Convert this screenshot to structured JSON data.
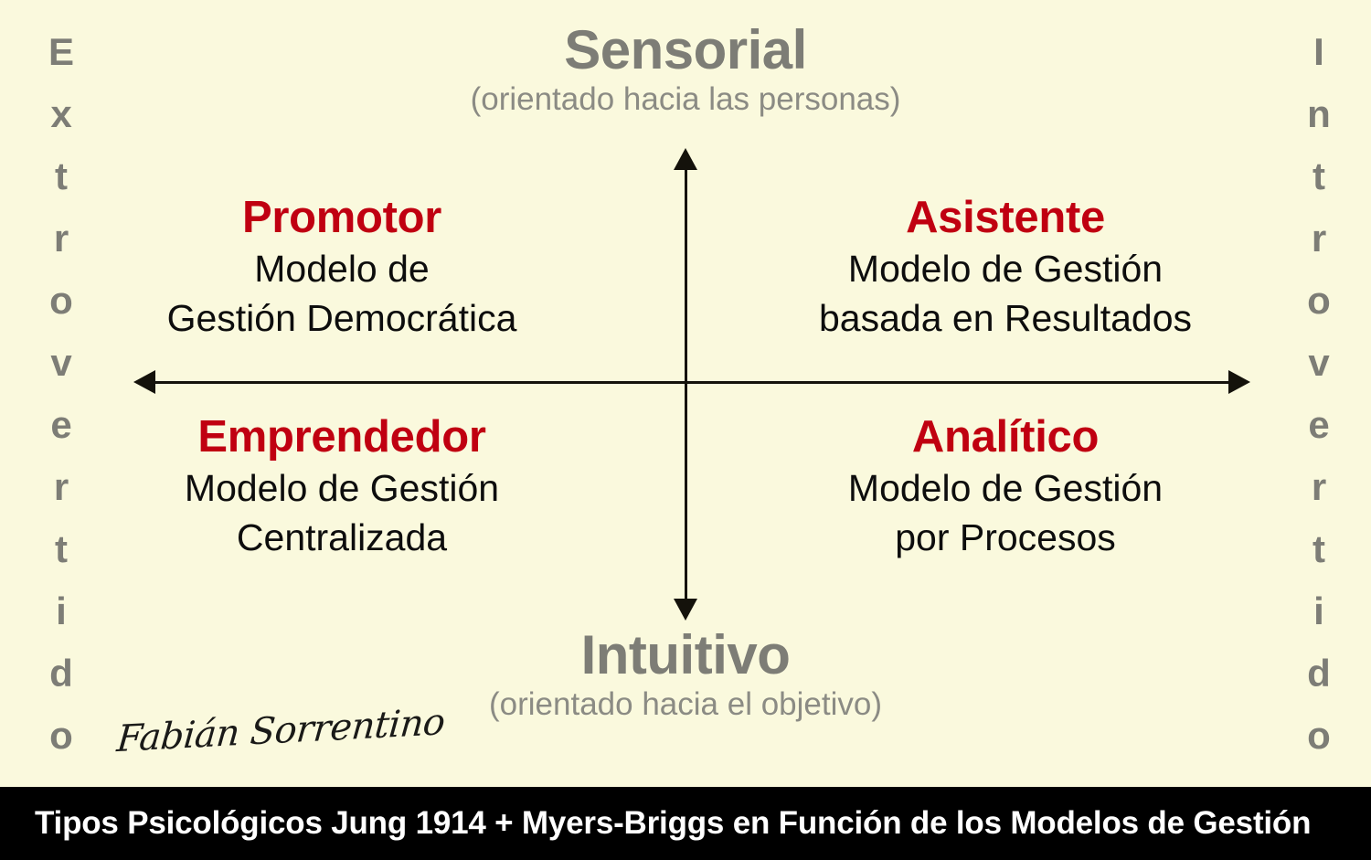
{
  "colors": {
    "background": "#faf9dd",
    "axis": "#14120b",
    "pole_label": "#7d7d76",
    "quadrant_title": "#c00011",
    "quadrant_desc": "#0d0d0d",
    "caption_bar": "#000000",
    "caption_text": "#ffffff"
  },
  "side_labels": {
    "left": {
      "text": "Extrovertido",
      "letters": [
        "E",
        "x",
        "t",
        "r",
        "o",
        "v",
        "e",
        "r",
        "t",
        "i",
        "d",
        "o"
      ]
    },
    "right": {
      "text": "Introvertido",
      "letters": [
        "I",
        "n",
        "t",
        "r",
        "o",
        "v",
        "e",
        "r",
        "t",
        "i",
        "d",
        "o"
      ]
    }
  },
  "poles": {
    "top": {
      "title": "Sensorial",
      "subtitle": "(orientado hacia las personas)"
    },
    "bottom": {
      "title": "Intuitivo",
      "subtitle": "(orientado hacia el objetivo)"
    }
  },
  "quadrants": {
    "top_left": {
      "title": "Promotor",
      "line1": "Modelo de",
      "line2": "Gestión Democrática"
    },
    "top_right": {
      "title": "Asistente",
      "line1": "Modelo de Gestión",
      "line2": "basada en Resultados"
    },
    "bottom_left": {
      "title": "Emprendedor",
      "line1": "Modelo de Gestión",
      "line2": "Centralizada"
    },
    "bottom_right": {
      "title": "Analítico",
      "line1": "Modelo de Gestión",
      "line2": "por Procesos"
    }
  },
  "signature": {
    "name": "Fabián Sorrentino"
  },
  "caption": {
    "text": "Tipos Psicológicos Jung 1914 + Myers-Briggs en Función de los Modelos de Gestión"
  }
}
